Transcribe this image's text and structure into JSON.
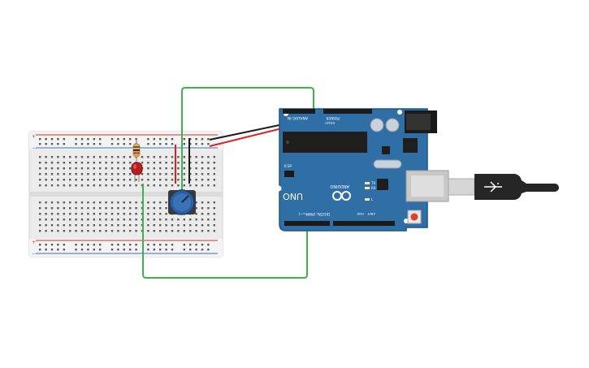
{
  "colors": {
    "wire_green": "#3fb24a",
    "wire_red": "#e0201a",
    "wire_black": "#1a1a1a",
    "board_blue": "#2f6fa6",
    "board_blue_dark": "#1f5585",
    "breadboard": "#ececec",
    "rail_red": "#d8322a",
    "rail_blue": "#3a6fc4",
    "led_red": "#b81e1e",
    "knob": "#2d5f9e",
    "cable": "#262626"
  },
  "breadboard": {
    "rail_plus": "+",
    "rail_minus": "−"
  },
  "arduino": {
    "brand": "ARDUINO",
    "model": "UNO",
    "label_analog_in": "ANALOG IN",
    "label_power": "POWER",
    "label_digital": "DIGITAL (PWM=~)",
    "label_icsp": "ICSP",
    "label_tx": "TX",
    "label_rx": "RX",
    "label_l": "L",
    "label_reset": "RESET",
    "label_aref": "AREF",
    "label_gnd": "GND"
  },
  "components": {
    "led": "led",
    "resistor": "resistor",
    "potentiometer": "potentiometer",
    "usb_cable": "usb-cable"
  }
}
